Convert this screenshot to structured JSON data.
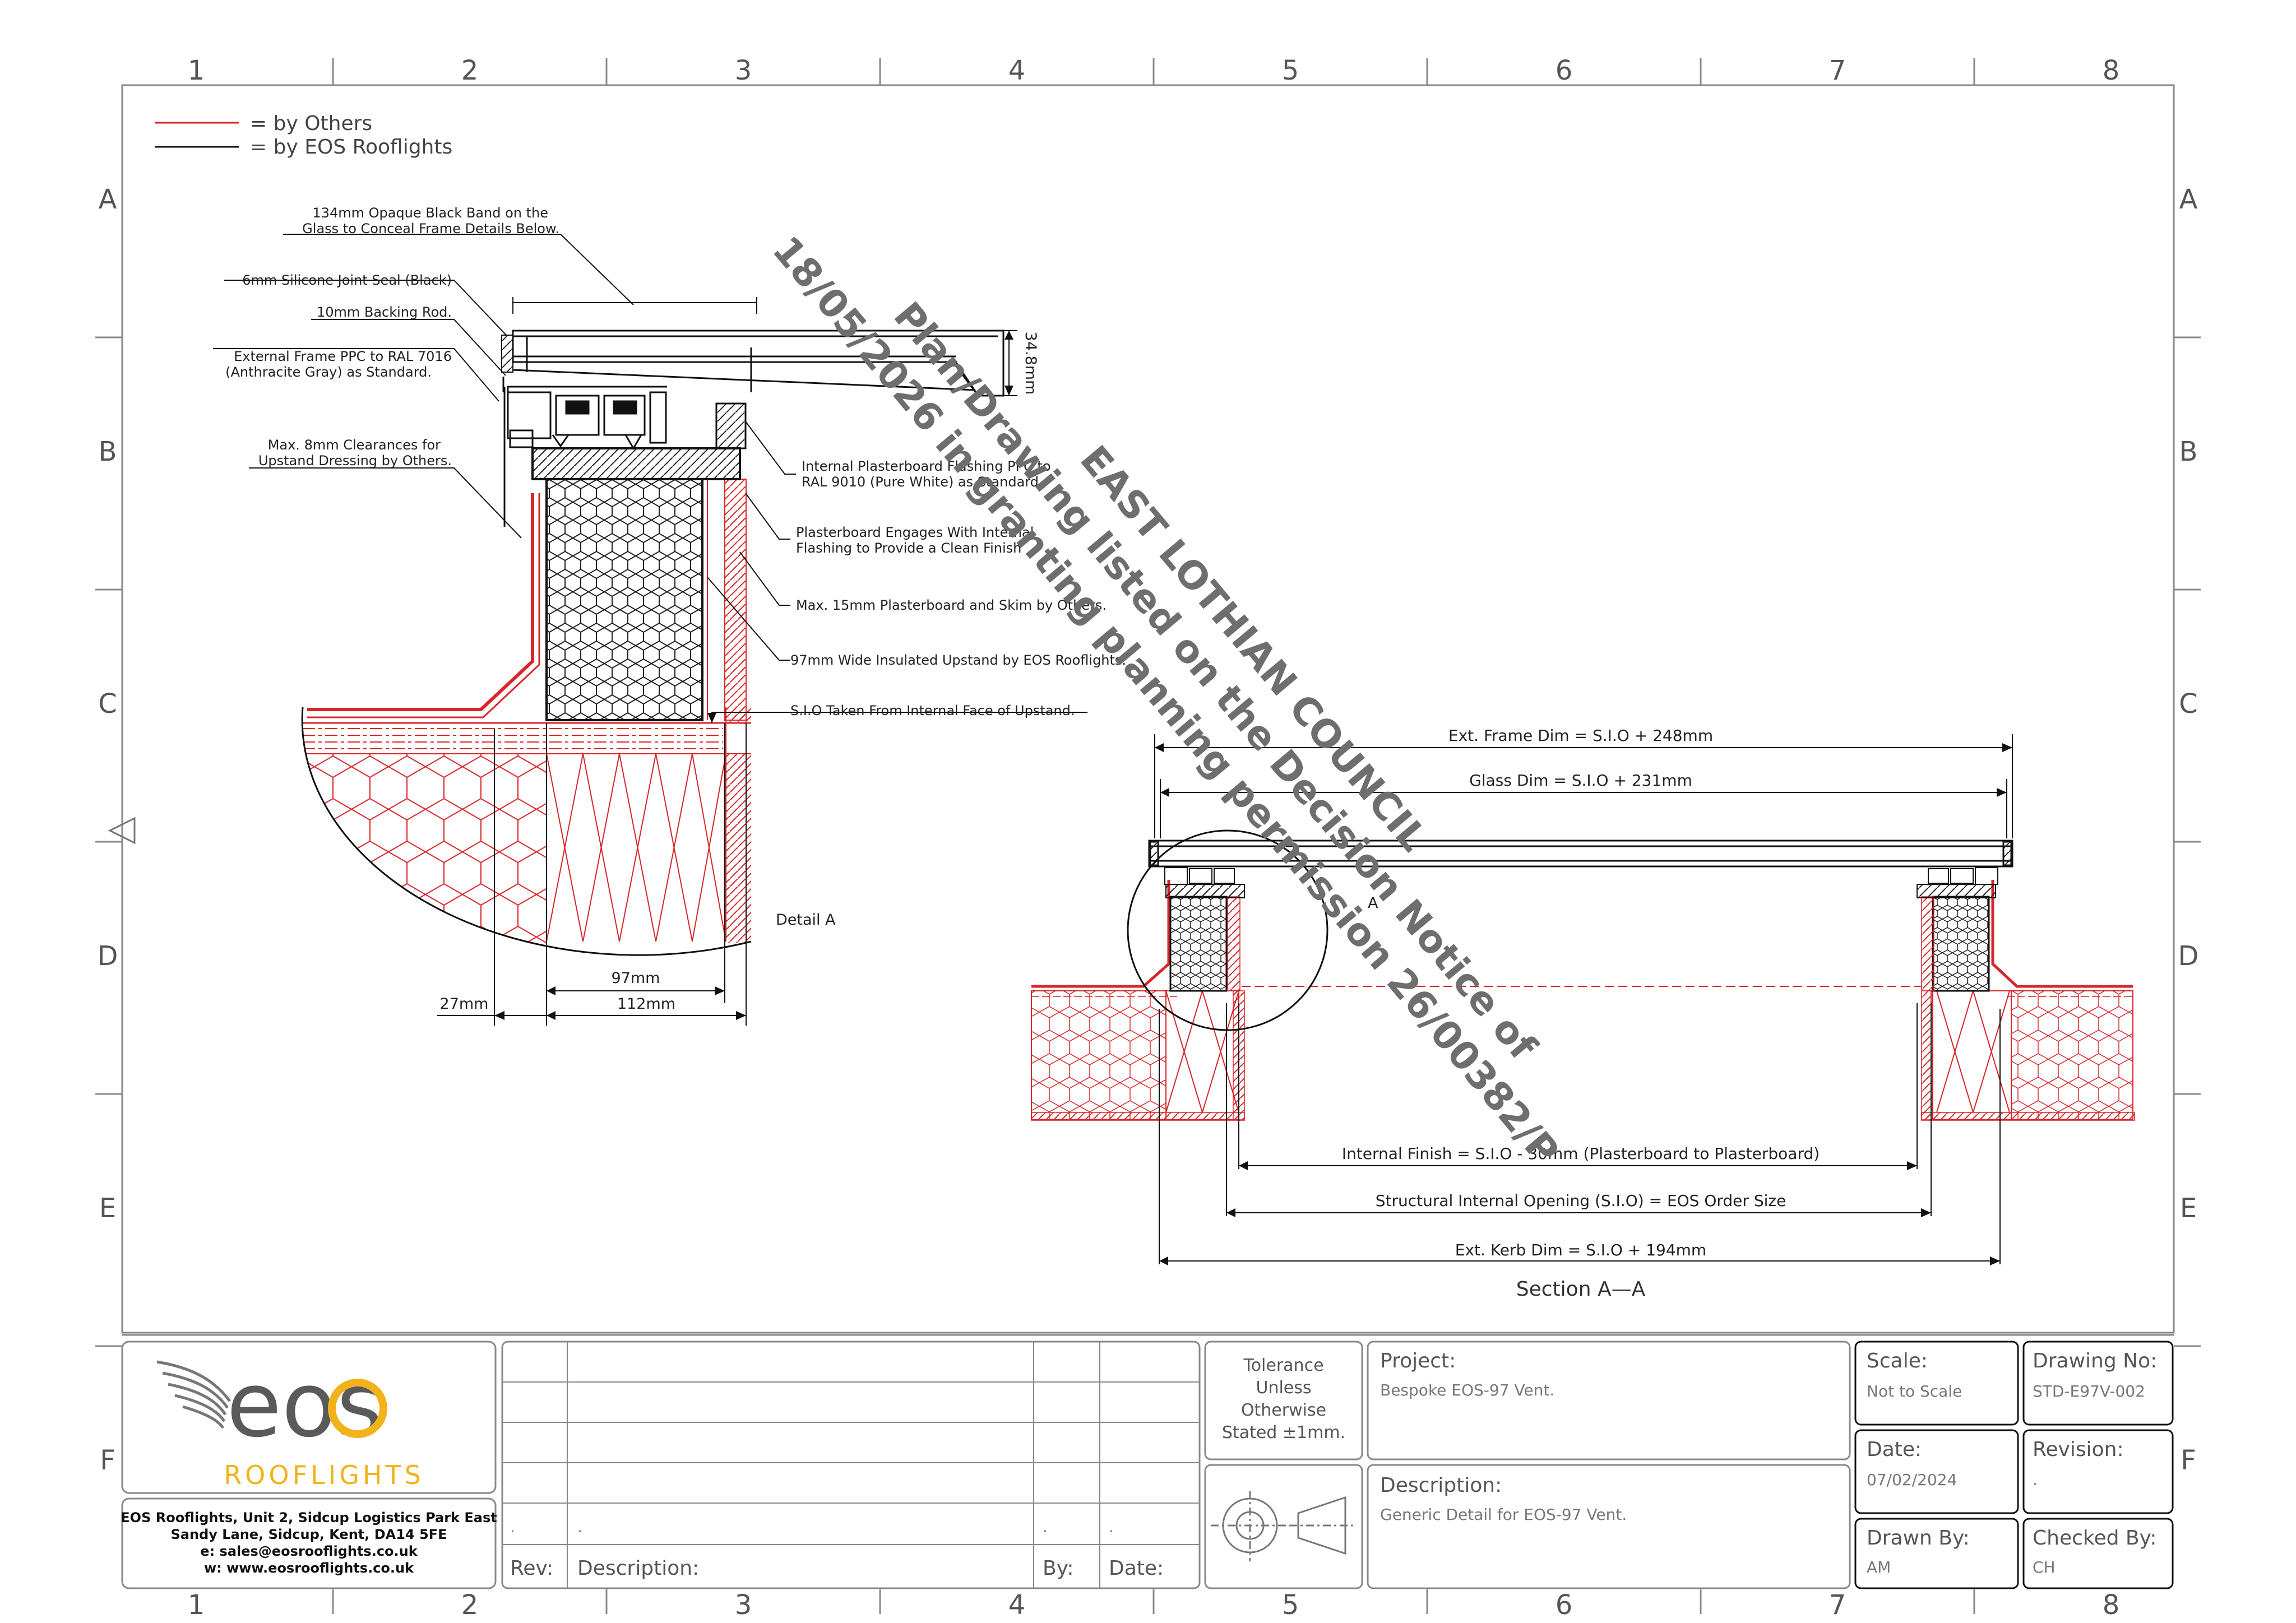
{
  "grid": {
    "columns": [
      "1",
      "2",
      "3",
      "4",
      "5",
      "6",
      "7",
      "8"
    ],
    "rows": [
      "A",
      "B",
      "C",
      "D",
      "E",
      "F"
    ]
  },
  "legend": {
    "others": "=   by Others",
    "eos": "=   by EOS Rooflights"
  },
  "detail_a": {
    "notes_left": [
      [
        "134mm Opaque Black Band on the",
        "Glass to Conceal Frame Details Below."
      ],
      [
        "6mm Silicone Joint Seal (Black)"
      ],
      [
        "10mm Backing Rod."
      ],
      [
        "External Frame PPC to RAL 7016",
        "(Anthracite Gray) as Standard."
      ],
      [
        "Max. 8mm Clearances for",
        "Upstand Dressing by Others."
      ]
    ],
    "notes_right": [
      [
        "Internal Plasterboard Flashing PPC to",
        "RAL 9010 (Pure White) as Standard."
      ],
      [
        "Plasterboard Engages With Internal",
        "Flashing to Provide a Clean Finish"
      ],
      [
        "Max. 15mm Plasterboard and Skim by Others."
      ],
      [
        "97mm Wide Insulated Upstand by EOS Rooflights."
      ],
      [
        "S.I.O Taken From Internal Face of Upstand."
      ]
    ],
    "dim_glass": "34.8mm",
    "dim_97": "97mm",
    "dim_112": "112mm",
    "dim_27": "27mm",
    "label": "Detail A"
  },
  "section": {
    "dim_frame": "Ext. Frame Dim = S.I.O + 248mm",
    "dim_glass": "Glass Dim = S.I.O + 231mm",
    "dim_internal": "Internal Finish = S.I.O - 30mm (Plasterboard to Plasterboard)",
    "dim_sio": "Structural Internal Opening (S.I.O) = EOS Order Size",
    "dim_kerb": "Ext. Kerb Dim = S.I.O + 194mm",
    "detail_marker": "A",
    "title": "Section A—A"
  },
  "stamp": {
    "line1": "EAST LOTHIAN COUNCIL",
    "line2": "Plan/Drawing listed on the Decision Notice of",
    "line3": "18/05/2026 in granting planning permission 26/00382/P",
    "color": "#6e6e6e"
  },
  "company": {
    "logo_text": "eos",
    "brand": "ROOFLIGHTS",
    "address": [
      "EOS Rooflights, Unit 2, Sidcup Logistics Park East",
      "Sandy Lane, Sidcup, Kent, DA14 5FE",
      "e: sales@eosrooflights.co.uk",
      "w: www.eosrooflights.co.uk"
    ],
    "accent": "#f2b31a"
  },
  "revisions": {
    "rev_label": "Rev:",
    "desc_label": "Description:",
    "by_label": "By:",
    "date_label": "Date:",
    "dot": "."
  },
  "tolerance": [
    "Tolerance",
    "Unless",
    "Otherwise",
    "Stated ±1mm."
  ],
  "titleblock": {
    "project_label": "Project:",
    "project": "Bespoke EOS-97 Vent.",
    "description_label": "Description:",
    "description": "Generic Detail for EOS-97 Vent.",
    "scale_label": "Scale:",
    "scale": "Not to Scale",
    "drawing_no_label": "Drawing No:",
    "drawing_no": "STD-E97V-002",
    "date_label": "Date:",
    "date": "07/02/2024",
    "revision_label": "Revision:",
    "revision": ".",
    "drawn_label": "Drawn By:",
    "drawn": "AM",
    "checked_label": "Checked By:",
    "checked": "CH"
  },
  "colors": {
    "by_others": "#d8262a",
    "by_eos": "#111111"
  }
}
